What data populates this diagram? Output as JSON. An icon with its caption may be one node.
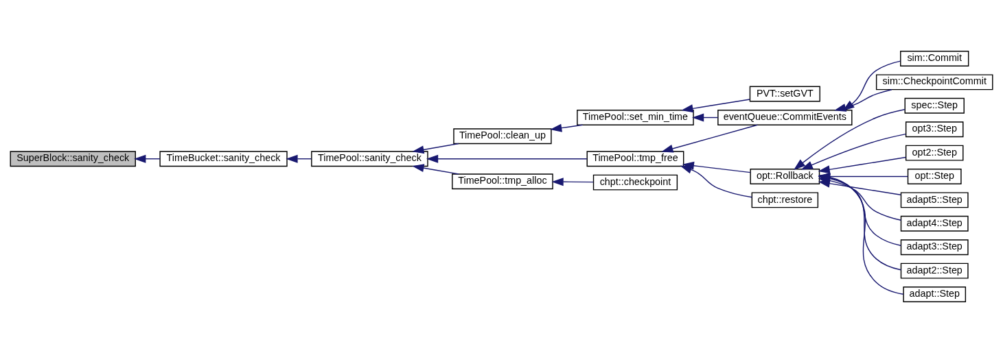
{
  "diagram": {
    "nodes": [
      {
        "text": [
          "SuperBlock::sanity_check"
        ]
      },
      {
        "text": [
          "TimeBucket::sanity_check"
        ]
      },
      {
        "text": [
          "TimePool::sanity_check"
        ]
      },
      {
        "text": [
          "TimePool::clean_up"
        ]
      },
      {
        "text": [
          "TimePool::tmp_alloc"
        ]
      },
      {
        "text": [
          "TimePool::tmp_free"
        ]
      },
      {
        "text": [
          "TimePool::set_min_time"
        ]
      },
      {
        "text": [
          "chpt::checkpoint"
        ]
      },
      {
        "text": [
          "chpt::restore"
        ]
      },
      {
        "text": [
          "opt::Rollback"
        ]
      },
      {
        "text": [
          "PVT::setGVT"
        ]
      },
      {
        "text": [
          "eventQueue::CommitEvents"
        ]
      },
      {
        "text": [
          "sim::CheckpointCommit"
        ]
      },
      {
        "text": [
          "sim::Commit"
        ]
      },
      {
        "text": [
          "spec::Step"
        ]
      },
      {
        "text": [
          "opt3::Step"
        ]
      },
      {
        "text": [
          "opt2::Step"
        ]
      },
      {
        "text": [
          "opt::Step"
        ]
      },
      {
        "text": [
          "adapt5::Step"
        ]
      },
      {
        "text": [
          "adapt4::Step"
        ]
      },
      {
        "text": [
          "adapt3::Step"
        ]
      },
      {
        "text": [
          "adapt2::Step"
        ]
      },
      {
        "text": [
          "adapt::Step"
        ]
      }
    ],
    "edges": [
      {
        "from": 1,
        "to": 0,
        "arrow": "to"
      },
      {
        "from": 2,
        "to": 1,
        "arrow": "to"
      },
      {
        "from": 3,
        "to": 2,
        "arrow": "to"
      },
      {
        "from": 4,
        "to": 2,
        "arrow": "to"
      },
      {
        "from": 5,
        "to": 2,
        "arrow": "to"
      },
      {
        "from": 6,
        "to": 3,
        "arrow": "to"
      },
      {
        "from": 7,
        "to": 4,
        "arrow": "to"
      },
      {
        "from": 8,
        "to": 5,
        "arrow": "to"
      },
      {
        "from": 9,
        "to": 5,
        "arrow": "to"
      },
      {
        "from": 11,
        "to": 5,
        "arrow": "to"
      },
      {
        "from": 10,
        "to": 6,
        "arrow": "to"
      },
      {
        "from": 11,
        "to": 6,
        "arrow": "to"
      },
      {
        "from": 12,
        "to": 11,
        "arrow": "to"
      },
      {
        "from": 13,
        "to": 11,
        "arrow": "to"
      },
      {
        "from": 14,
        "to": 9,
        "arrow": "to"
      },
      {
        "from": 15,
        "to": 9,
        "arrow": "to"
      },
      {
        "from": 16,
        "to": 9,
        "arrow": "to"
      },
      {
        "from": 17,
        "to": 9,
        "arrow": "to"
      },
      {
        "from": 18,
        "to": 9,
        "arrow": "to"
      },
      {
        "from": 19,
        "to": 9,
        "arrow": "to"
      },
      {
        "from": 20,
        "to": 9,
        "arrow": "to"
      },
      {
        "from": 21,
        "to": 9,
        "arrow": "to"
      },
      {
        "from": 22,
        "to": 9,
        "arrow": "to"
      }
    ]
  }
}
